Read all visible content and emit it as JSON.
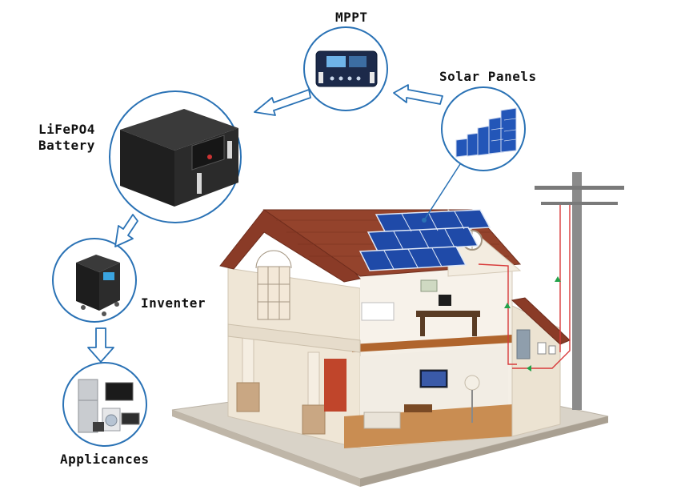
{
  "diagram": {
    "nodes": {
      "mppt": {
        "label": "MPPT"
      },
      "solar_panels": {
        "label": "Solar Panels"
      },
      "battery": {
        "label_line1": "LiFePO4",
        "label_line2": "Battery"
      },
      "inverter": {
        "label": "Inventer"
      },
      "appliances": {
        "label": "Applicances"
      }
    },
    "flow": [
      "solar_panels",
      "mppt",
      "battery",
      "inverter",
      "appliances"
    ]
  },
  "colors": {
    "circle_stroke": "#2a72b5",
    "arrow_stroke": "#2a72b5",
    "roof": "#8a3b27",
    "wall": "#ece3d4",
    "solar_panel": "#1f4aa8",
    "wire": "#d83a3a",
    "pole": "#8b8b8b"
  }
}
